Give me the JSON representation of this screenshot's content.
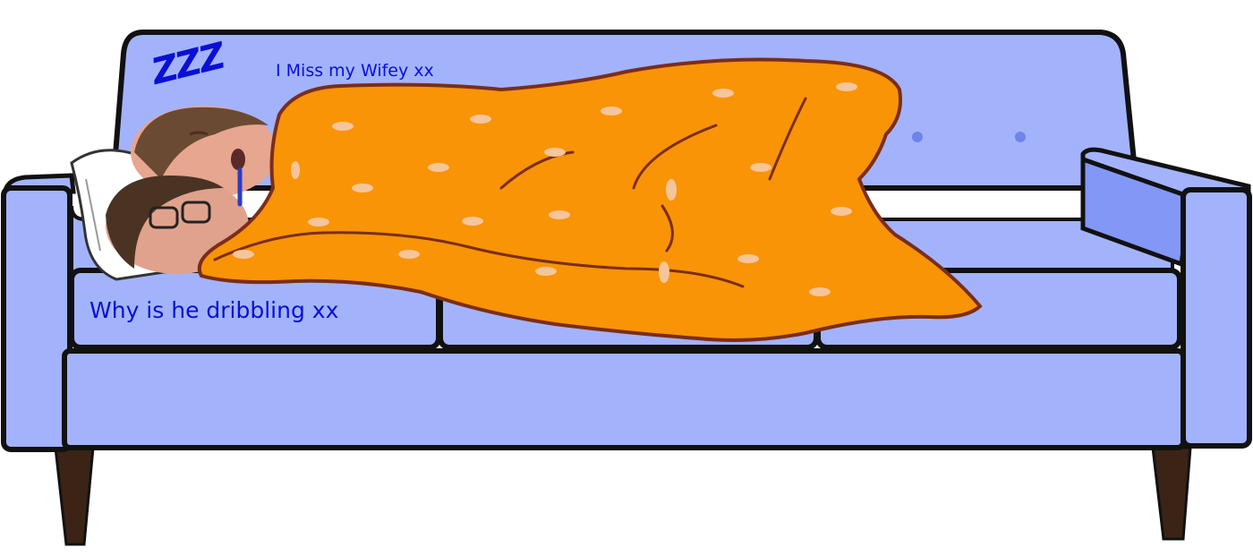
{
  "captions": {
    "snore": "ZZZ",
    "miss_wifey": "I Miss my Wifey xx",
    "dribbling": "Why is he dribbling xx"
  },
  "colors": {
    "text_blue": "#0a0fd6",
    "sofa_fill": "#a3b3fb",
    "sofa_dark_panel": "#8397f6",
    "sofa_outline": "#111111",
    "sofa_legs": "#3b2416",
    "blanket_orange": "#f89406",
    "blanket_outline": "#7b2d1a",
    "blanket_spots": "#f6c59a",
    "pillow": "#ffffff",
    "drool": "#2c3cc8"
  },
  "icons": {
    "sofa": "sofa-illustration",
    "blanket": "orange-blanket",
    "pillow": "pillow",
    "heads": "sleeping-face-photos",
    "drool": "drool-drip"
  }
}
